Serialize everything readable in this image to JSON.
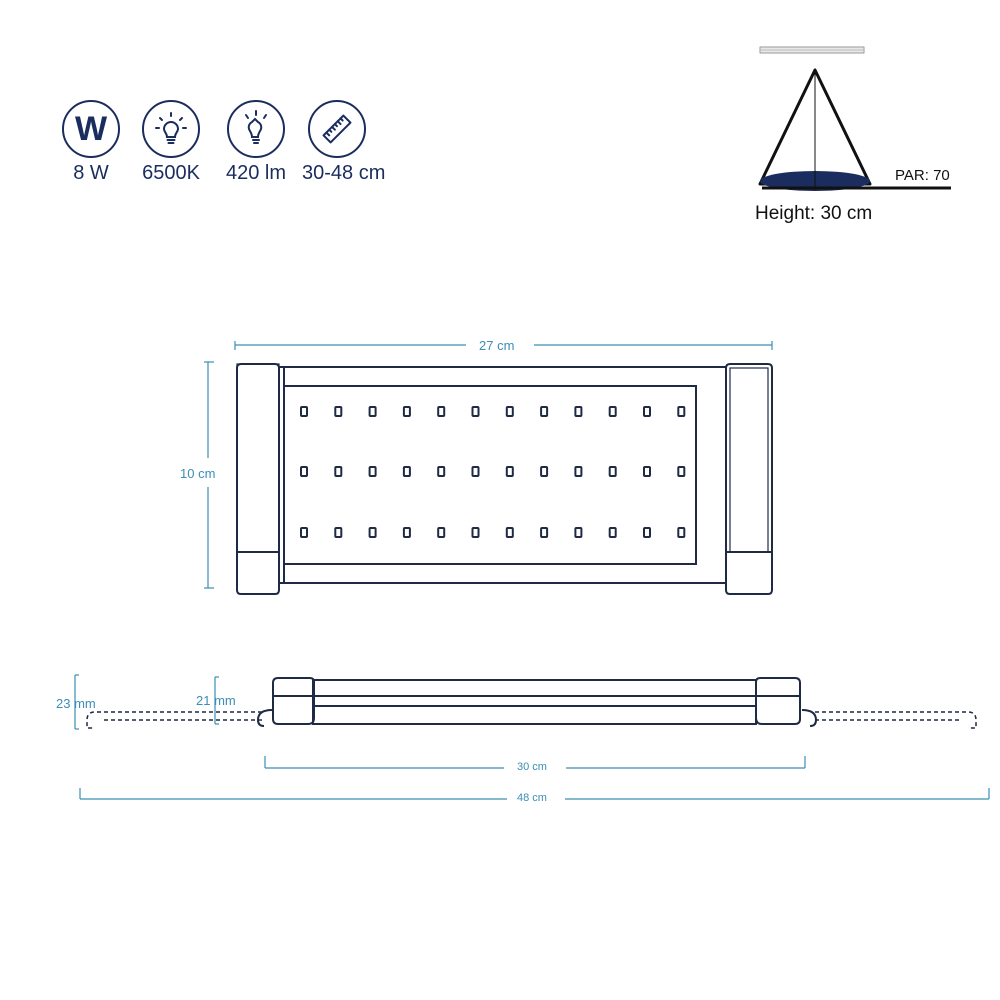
{
  "specs": [
    {
      "icon": "power-w-icon",
      "label": "8 W",
      "letter": "W"
    },
    {
      "icon": "light-bulb-icon",
      "label": "6500K"
    },
    {
      "icon": "lumen-bulb-icon",
      "label": "420 lm"
    },
    {
      "icon": "ruler-icon",
      "label": "30-48 cm"
    }
  ],
  "par": {
    "label": "PAR: 70",
    "height_label": "Height: 30 cm"
  },
  "top_view": {
    "width_label": "27 cm",
    "height_label": "10 cm",
    "led_rows": 3,
    "led_columns": 12
  },
  "side_view": {
    "thickness_outer_label": "23 mm",
    "thickness_inner_label": "21 mm",
    "body_length_label": "30 cm",
    "extended_length_label": "48 cm"
  },
  "colors": {
    "navy": "#1b2d5e",
    "dimension": "#3a8fb5",
    "outline": "#1f2a44",
    "par_fill": "#1b2d5e"
  }
}
